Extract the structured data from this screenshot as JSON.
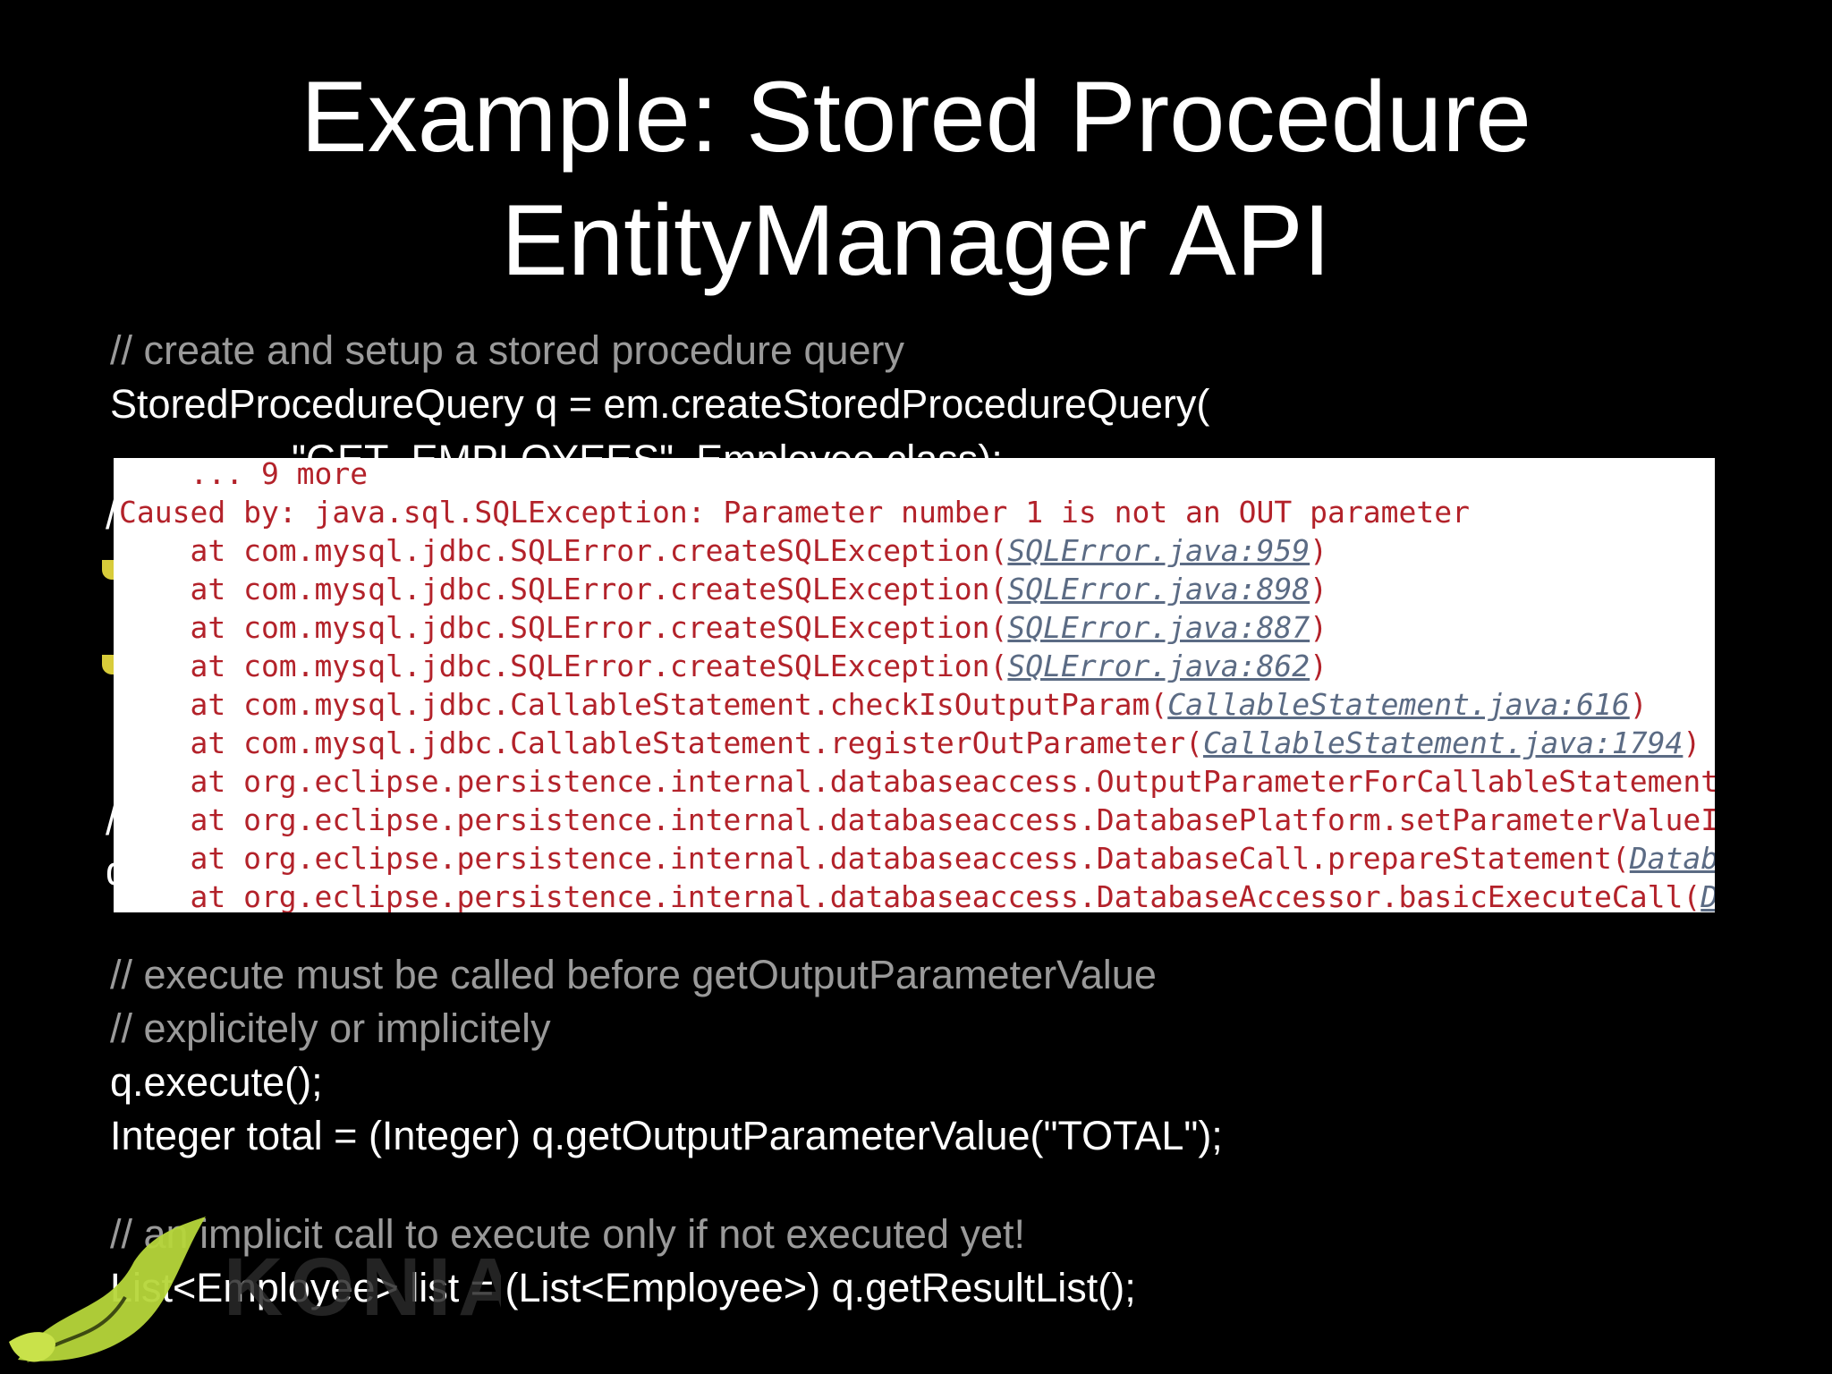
{
  "title": {
    "line1": "Example: Stored Procedure",
    "line2": "EntityManager API"
  },
  "code": {
    "comment1": "// create and setup a stored procedure query",
    "line1": "StoredProcedureQuery q = em.createStoredProcedureQuery(",
    "line2_partial": "\"GET_EMPLOYEES\", Employee.class);",
    "comment2": "// execute must be called before getOutputParameterValue",
    "comment3": "// explicitely or implicitely",
    "line3": "q.execute();",
    "line4": "Integer total = (Integer) q.getOutputParameterValue(\"TOTAL\");",
    "comment4": "// an implicit call to execute only if not executed yet!",
    "line5": "List<Employee> list = (List<Employee>) q.getResultList();",
    "peek_slash": "/",
    "peek_slash2": "/",
    "peek_q": "q"
  },
  "stacktrace": {
    "more": "    ... 9 more",
    "caused_by": "Caused by: java.sql.SQLException: Parameter number 1 is not an OUT parameter",
    "frames": [
      {
        "prefix": "    at com.mysql.jdbc.SQLError.createSQLException(",
        "link": "SQLError.java:959",
        "suffix": ")"
      },
      {
        "prefix": "    at com.mysql.jdbc.SQLError.createSQLException(",
        "link": "SQLError.java:898",
        "suffix": ")"
      },
      {
        "prefix": "    at com.mysql.jdbc.SQLError.createSQLException(",
        "link": "SQLError.java:887",
        "suffix": ")"
      },
      {
        "prefix": "    at com.mysql.jdbc.SQLError.createSQLException(",
        "link": "SQLError.java:862",
        "suffix": ")"
      },
      {
        "prefix": "    at com.mysql.jdbc.CallableStatement.checkIsOutputParam(",
        "link": "CallableStatement.java:616",
        "suffix": ")"
      },
      {
        "prefix": "    at com.mysql.jdbc.CallableStatement.registerOutParameter(",
        "link": "CallableStatement.java:1794",
        "suffix": ")"
      },
      {
        "prefix": "    at org.eclipse.persistence.internal.databaseaccess.OutputParameterForCallableStatement",
        "link": "",
        "suffix": ""
      },
      {
        "prefix": "    at org.eclipse.persistence.internal.databaseaccess.DatabasePlatform.setParameterValueI",
        "link": "",
        "suffix": ""
      },
      {
        "prefix": "    at org.eclipse.persistence.internal.databaseaccess.DatabaseCall.prepareStatement(",
        "link": "Datab",
        "suffix": ""
      },
      {
        "prefix": "    at org.eclipse.persistence.internal.databaseaccess.DatabaseAccessor.basicExecuteCall(",
        "link": "D",
        "suffix": ""
      }
    ]
  },
  "logo": {
    "text": "KONIA",
    "colors": {
      "green": "#b6d63a",
      "dark": "#3d4a12"
    }
  }
}
